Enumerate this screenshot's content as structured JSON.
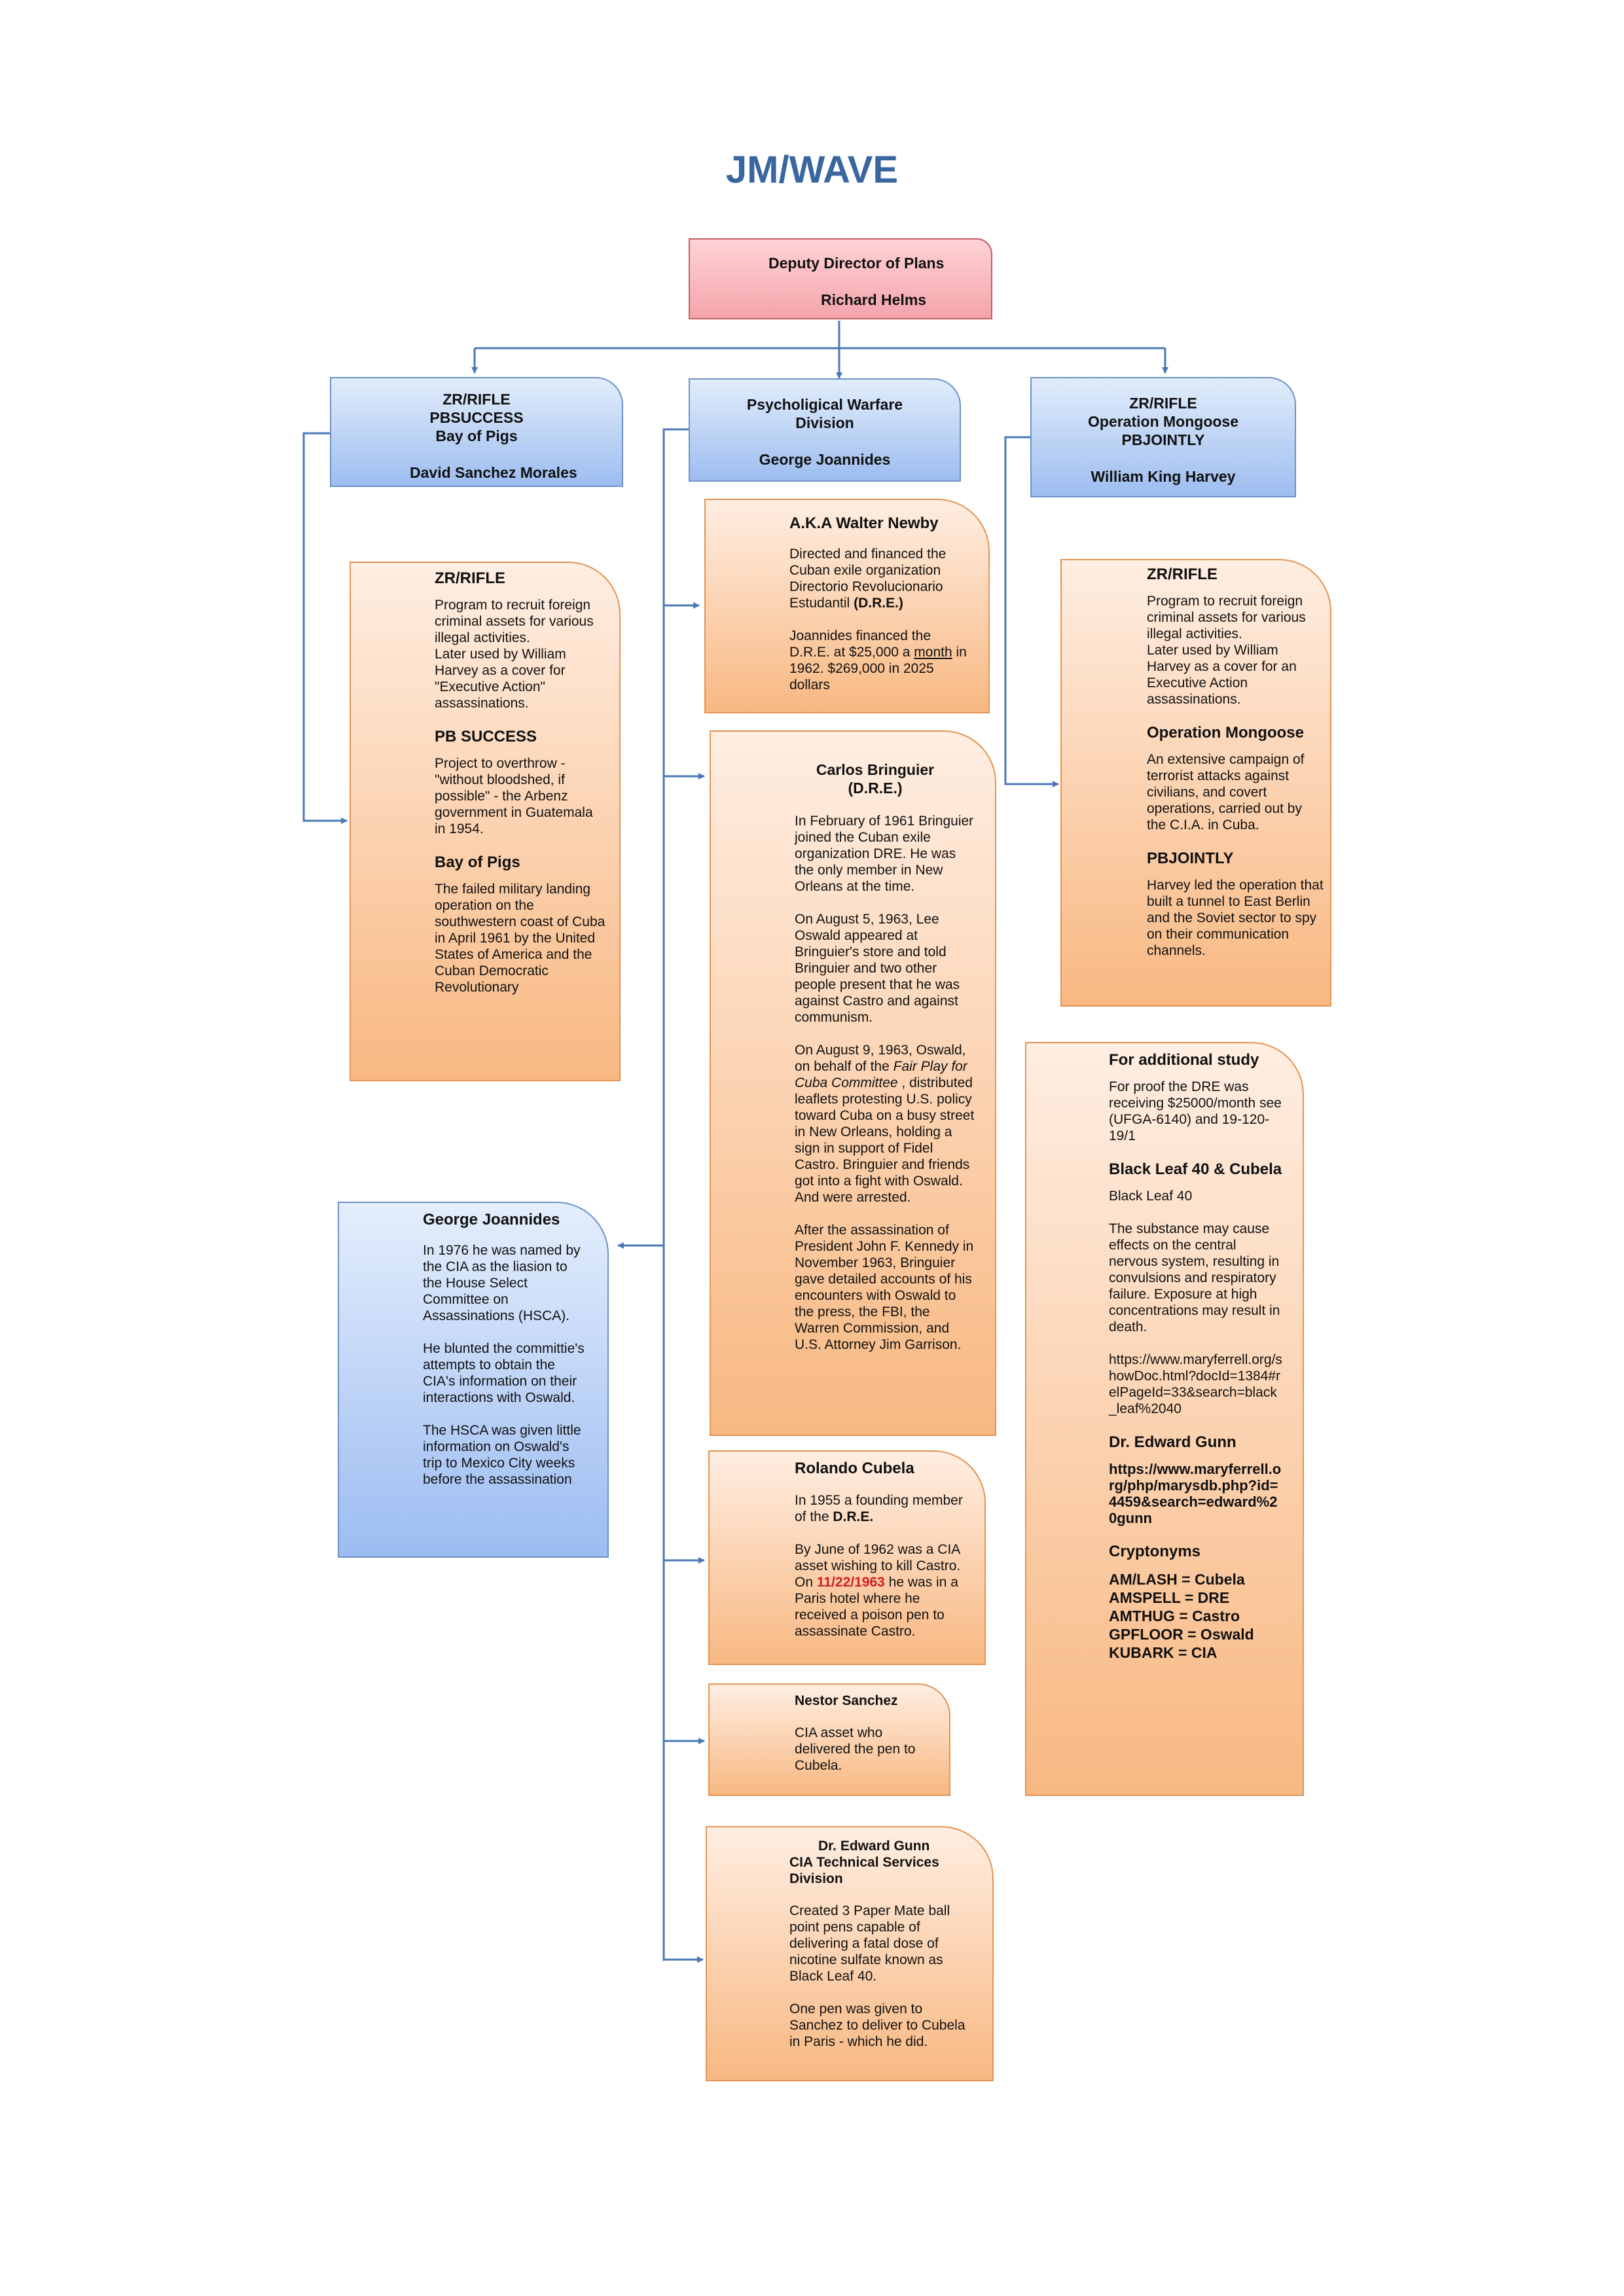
{
  "title": "JM/WAVE",
  "colors": {
    "title": "#3a66a0",
    "connector": "#4a78b5",
    "orange": "#f8b882",
    "blue": "#9dbdf0",
    "red": "#f3a4ab",
    "highlight": "#d11f1f"
  },
  "top": {
    "line1": "Deputy Director of Plans",
    "line2": "Richard Helms"
  },
  "left_header": {
    "line1": "ZR/RIFLE",
    "line2": "PBSUCCESS",
    "line3": "Bay of Pigs",
    "line4": "David Sanchez Morales"
  },
  "mid_header": {
    "line1": "Psycholigical Warfare",
    "line2": "Division",
    "line3": "George Joannides"
  },
  "right_header": {
    "line1": "ZR/RIFLE",
    "line2": "Operation Mongoose",
    "line3": "PBJOINTLY",
    "line4": "William King Harvey"
  },
  "left_detail": {
    "h1": "ZR/RIFLE",
    "p1": "Program to recruit foreign criminal assets for various illegal activities.",
    "p1b": "Later used by William Harvey as a cover for \"Executive Action\" assassinations.",
    "h2": "PB SUCCESS",
    "p2": "Project to overthrow - \"without bloodshed, if possible\" - the Arbenz government in Guatemala in 1954.",
    "h3": "Bay of Pigs",
    "p3": " The failed military landing operation on the southwestern coast of Cuba in April 1961 by the United States of America and the Cuban Democratic Revolutionary"
  },
  "walter": {
    "title": "A.K.A Walter Newby",
    "p1": "Directed and financed the Cuban exile organization Directorio Revolucionario Estudantil",
    "p1_bold": "(D.R.E.)",
    "p2_a": "Joannides financed the D.R.E. at $25,000 a",
    "p2_link": "month",
    "p2_b": "in 1962. $269,000 in 2025 dollars"
  },
  "carlos": {
    "title1": "Carlos Bringuier",
    "title2": "(D.R.E.)",
    "p1": "In February of 1961 Bringuier joined the Cuban exile organization DRE. He was the only member in New Orleans at the time.",
    "p2": "On August 5, 1963, Lee Oswald appeared at Bringuier's store and told Bringuier and two other people present that he was against Castro and against communism.",
    "p3_a": "On August 9, 1963, Oswald, on behalf of the",
    "p3_i": "Fair Play for Cuba Committee",
    "p3_b": ", distributed leaflets protesting U.S. policy toward Cuba on a busy street in New Orleans, holding a sign in support of Fidel Castro. Bringuier and friends got into a fight with Oswald. And were arrested.",
    "p4": "After the assassination of President John F. Kennedy in November 1963, Bringuier gave detailed accounts of his encounters with Oswald to the press, the FBI, the Warren Commission, and U.S. Attorney Jim Garrison."
  },
  "right_detail": {
    "h1": "ZR/RIFLE",
    "p1": "Program to recruit foreign criminal assets for various illegal activities.",
    "p1b": "Later used by William Harvey as a cover for an Executive Action assassinations.",
    "h2": "Operation Mongoose",
    "p2": "An extensive campaign of terrorist attacks against civilians, and covert operations, carried out by the C.I.A. in Cuba.",
    "h3": "PBJOINTLY",
    "p3": "Harvey led the operation that built a tunnel to East Berlin and the Soviet sector to spy on their communication channels."
  },
  "study": {
    "title": "For additional study",
    "p1": "For proof the DRE was receiving $25000/month see (UFGA-6140) and 19-120-19/1",
    "h2": "Black Leaf 40 & Cubela",
    "p2a": "Black Leaf 40",
    "p2b": "The substance may cause effects on the central nervous system, resulting in convulsions and respiratory failure. Exposure at high concentrations may result in death.",
    "url1": "https://www.maryferrell.org/showDoc.html?docId=1384#relPageId=33&search=black_leaf%2040",
    "h3": "Dr. Edward Gunn",
    "url2": "https://www.maryferrell.org/php/marysdb.php?id=4459&search=edward%20gunn",
    "h4": "Cryptonyms",
    "crypto": [
      "AM/LASH = Cubela",
      "AMSPELL = DRE",
      "AMTHUG = Castro",
      "GPFLOOR = Oswald",
      "KUBARK = CIA"
    ]
  },
  "george": {
    "title": "George Joannides",
    "p1": "In 1976 he was named by the CIA as the liasion to the House Select Committee on Assassinations (HSCA).",
    "p2": "He blunted the committie's attempts to obtain the CIA's information on their interactions with Oswald.",
    "p3": "The HSCA was given little information on Oswald's trip to Mexico City weeks before the assassination"
  },
  "rolando": {
    "title": "Rolando Cubela",
    "p1_a": "In 1955 a founding member of the",
    "p1_b": "D.R.E.",
    "p2_a": "By June of 1962 was a CIA asset wishing to kill Castro. On",
    "p2_date": "11/22/1963",
    "p2_b": "he was in a Paris hotel where he received a poison pen to assassinate Castro."
  },
  "nestor": {
    "title": "Nestor Sanchez",
    "p1": " CIA asset who delivered the pen to Cubela."
  },
  "gunn": {
    "title1": "Dr. Edward Gunn",
    "title2": "CIA Technical Services Division",
    "p1": "Created 3 Paper Mate ball point pens capable of delivering a fatal dose of nicotine sulfate known as Black Leaf 40.",
    "p2": "One pen was given to Sanchez to deliver to Cubela in Paris - which he did."
  }
}
